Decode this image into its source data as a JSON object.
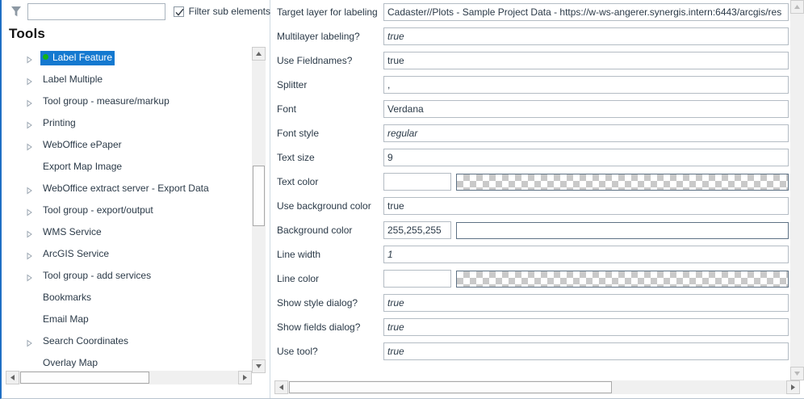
{
  "filter": {
    "icon": "funnel-icon",
    "input_value": "",
    "input_placeholder": "",
    "checkbox_label": "Filter sub elements",
    "checkbox_checked": true
  },
  "left_panel": {
    "title": "Tools",
    "tree_items": [
      {
        "label": "Label Feature",
        "expandable": true,
        "selected": true,
        "dot": true
      },
      {
        "label": "Label Multiple",
        "expandable": true,
        "selected": false,
        "dot": false
      },
      {
        "label": "Tool group - measure/markup",
        "expandable": true,
        "selected": false,
        "dot": false
      },
      {
        "label": "Printing",
        "expandable": true,
        "selected": false,
        "dot": false
      },
      {
        "label": "WebOffice ePaper",
        "expandable": true,
        "selected": false,
        "dot": false
      },
      {
        "label": "Export Map Image",
        "expandable": false,
        "selected": false,
        "dot": false
      },
      {
        "label": "WebOffice extract server - Export Data",
        "expandable": true,
        "selected": false,
        "dot": false
      },
      {
        "label": "Tool group - export/output",
        "expandable": true,
        "selected": false,
        "dot": false
      },
      {
        "label": "WMS Service",
        "expandable": true,
        "selected": false,
        "dot": false
      },
      {
        "label": "ArcGIS Service",
        "expandable": true,
        "selected": false,
        "dot": false
      },
      {
        "label": "Tool group - add services",
        "expandable": true,
        "selected": false,
        "dot": false
      },
      {
        "label": "Bookmarks",
        "expandable": false,
        "selected": false,
        "dot": false
      },
      {
        "label": "Email Map",
        "expandable": false,
        "selected": false,
        "dot": false
      },
      {
        "label": "Search Coordinates",
        "expandable": true,
        "selected": false,
        "dot": false
      },
      {
        "label": "Overlay Map",
        "expandable": false,
        "selected": false,
        "dot": false
      }
    ]
  },
  "right_panel": {
    "rows": [
      {
        "label": "Target layer for labeling",
        "value": "Cadaster//Plots - Sample Project Data - https://w-ws-angerer.synergis.intern:6443/arcgis/res",
        "italic": false,
        "kind": "text"
      },
      {
        "label": "Multilayer labeling?",
        "value": "true",
        "italic": true,
        "kind": "text"
      },
      {
        "label": "Use Fieldnames?",
        "value": "true",
        "italic": false,
        "kind": "text"
      },
      {
        "label": "Splitter",
        "value": ",",
        "italic": false,
        "kind": "text"
      },
      {
        "label": "Font",
        "value": "Verdana",
        "italic": false,
        "kind": "text"
      },
      {
        "label": "Font style",
        "value": "regular",
        "italic": true,
        "kind": "text"
      },
      {
        "label": "Text size",
        "value": "9",
        "italic": false,
        "kind": "text"
      },
      {
        "label": "Text color",
        "value": "",
        "italic": false,
        "kind": "color",
        "swatch": "transparent"
      },
      {
        "label": "Use background color",
        "value": "true",
        "italic": false,
        "kind": "text"
      },
      {
        "label": "Background color",
        "value": "255,255,255",
        "italic": false,
        "kind": "color",
        "swatch": "white"
      },
      {
        "label": "Line width",
        "value": "1",
        "italic": true,
        "kind": "text"
      },
      {
        "label": "Line color",
        "value": "",
        "italic": false,
        "kind": "color",
        "swatch": "transparent"
      },
      {
        "label": "Show style dialog?",
        "value": "true",
        "italic": true,
        "kind": "text"
      },
      {
        "label": "Show fields dialog?",
        "value": "true",
        "italic": true,
        "kind": "text"
      },
      {
        "label": "Use tool?",
        "value": "true",
        "italic": true,
        "kind": "text"
      }
    ]
  },
  "colors": {
    "selection_blue": "#1479d0",
    "status_green": "#12b317",
    "accent_border": "#1f6fc4",
    "field_border": "#b4bcc4",
    "checker_gray": "#c9c9c9"
  }
}
